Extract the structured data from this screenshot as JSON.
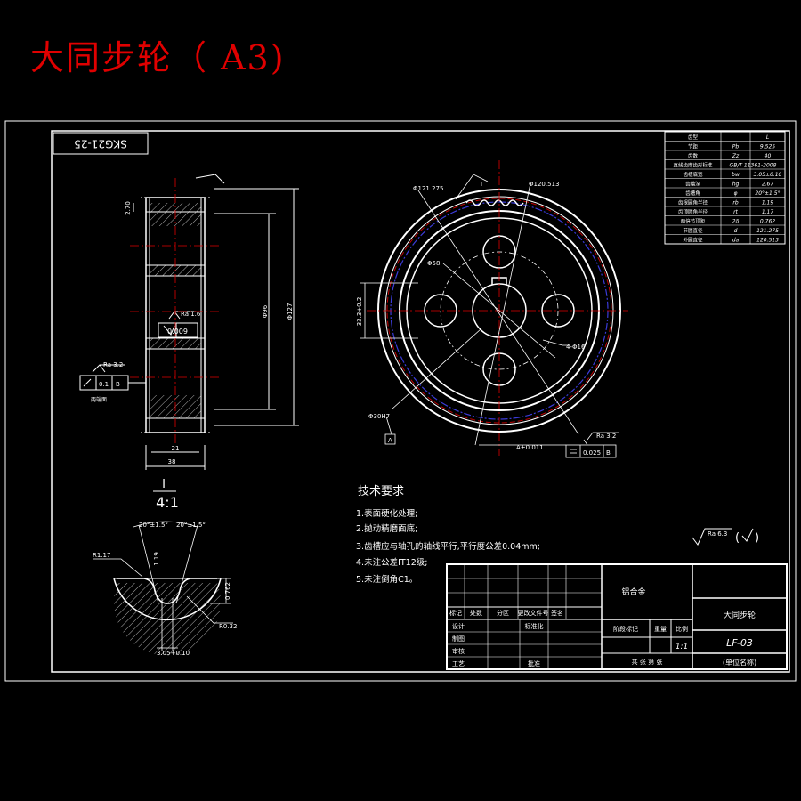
{
  "sheet_title": "大同步轮（ A3)",
  "code_box": "SKG21-25",
  "detail": {
    "label": "I",
    "scale": "4:1",
    "ann_left": "R1.17",
    "ann_right": "R0.32",
    "ann_bottom": "3.05+0.10",
    "ann_top1": "20°±1.5°",
    "ann_top2": "20°±1.5°",
    "ann_depth": "1.19",
    "ann_side": "0.762"
  },
  "side_view": {
    "ra_top": "Ra 1.6",
    "ra_left": "Ra 3.2",
    "tol1": "0.009",
    "tol2": "0.1",
    "datum": "B",
    "note": "两端面",
    "dim_width": "38",
    "dim_inner": "21",
    "dim_d1": "Φ96",
    "dim_d2": "Φ127",
    "dim_top": "2.70"
  },
  "front_view": {
    "dim_outer": "Φ121.275",
    "dim_tip": "Φ120.513",
    "dim_bore": "Φ30H7",
    "dim_bolt": "Φ58",
    "dim_holes": "4-Φ16",
    "dim_key": "33.3+0.2",
    "datum": "A",
    "tol_sym": "A±0.011",
    "tol_flat": "0.025",
    "tol_datum": "B",
    "ra": "Ra 3.2",
    "detail_mark": "I"
  },
  "param_table": {
    "rows": [
      {
        "name": "齿型",
        "sym": "",
        "val": "L"
      },
      {
        "name": "节距",
        "sym": "Pb",
        "val": "9.525"
      },
      {
        "name": "齿数",
        "sym": "Zz",
        "val": "40"
      },
      {
        "name": "直线齿廓齿形标准",
        "sym": "GB/T 11361-2008",
        "val": ""
      },
      {
        "name": "齿槽底宽",
        "sym": "bw",
        "val": "3.05±0.10"
      },
      {
        "name": "齿槽深",
        "sym": "hg",
        "val": "2.67"
      },
      {
        "name": "齿槽角",
        "sym": "φ",
        "val": "20°±1.5°"
      },
      {
        "name": "齿根圆角半径",
        "sym": "rb",
        "val": "1.19"
      },
      {
        "name": "齿顶圆角半径",
        "sym": "rt",
        "val": "1.17"
      },
      {
        "name": "两倍节顶距",
        "sym": "2δ",
        "val": "0.762"
      },
      {
        "name": "节圆直径",
        "sym": "d",
        "val": "121.275"
      },
      {
        "name": "外圆直径",
        "sym": "da",
        "val": "120.513"
      }
    ]
  },
  "tech_notes": {
    "heading": "技术要求",
    "items": [
      "1.表面硬化处理;",
      "2.抛动精磨面底;",
      "3.齿槽应与轴孔的轴线平行,平行度公差0.04mm;",
      "4.未注公差IT12级;",
      "5.未注倒角C1。"
    ]
  },
  "roughness_general": "Ra 6.3",
  "title_block": {
    "material": "铝合金",
    "part_name": "大同步轮",
    "drawing_no": "LF-03",
    "unit_label": "(单位名称)",
    "scale_label": "比例",
    "scale_value": "1:1",
    "weight_label": "重量",
    "stage_label": "阶段标记",
    "sheets": "共  张  第  张",
    "col_labels": [
      "标记",
      "处数",
      "分区",
      "更改文件号",
      "签名"
    ],
    "row_labels": [
      "设计",
      "制图",
      "审核",
      "工艺"
    ],
    "std_label": "标准化",
    "approve_label": "批准"
  }
}
